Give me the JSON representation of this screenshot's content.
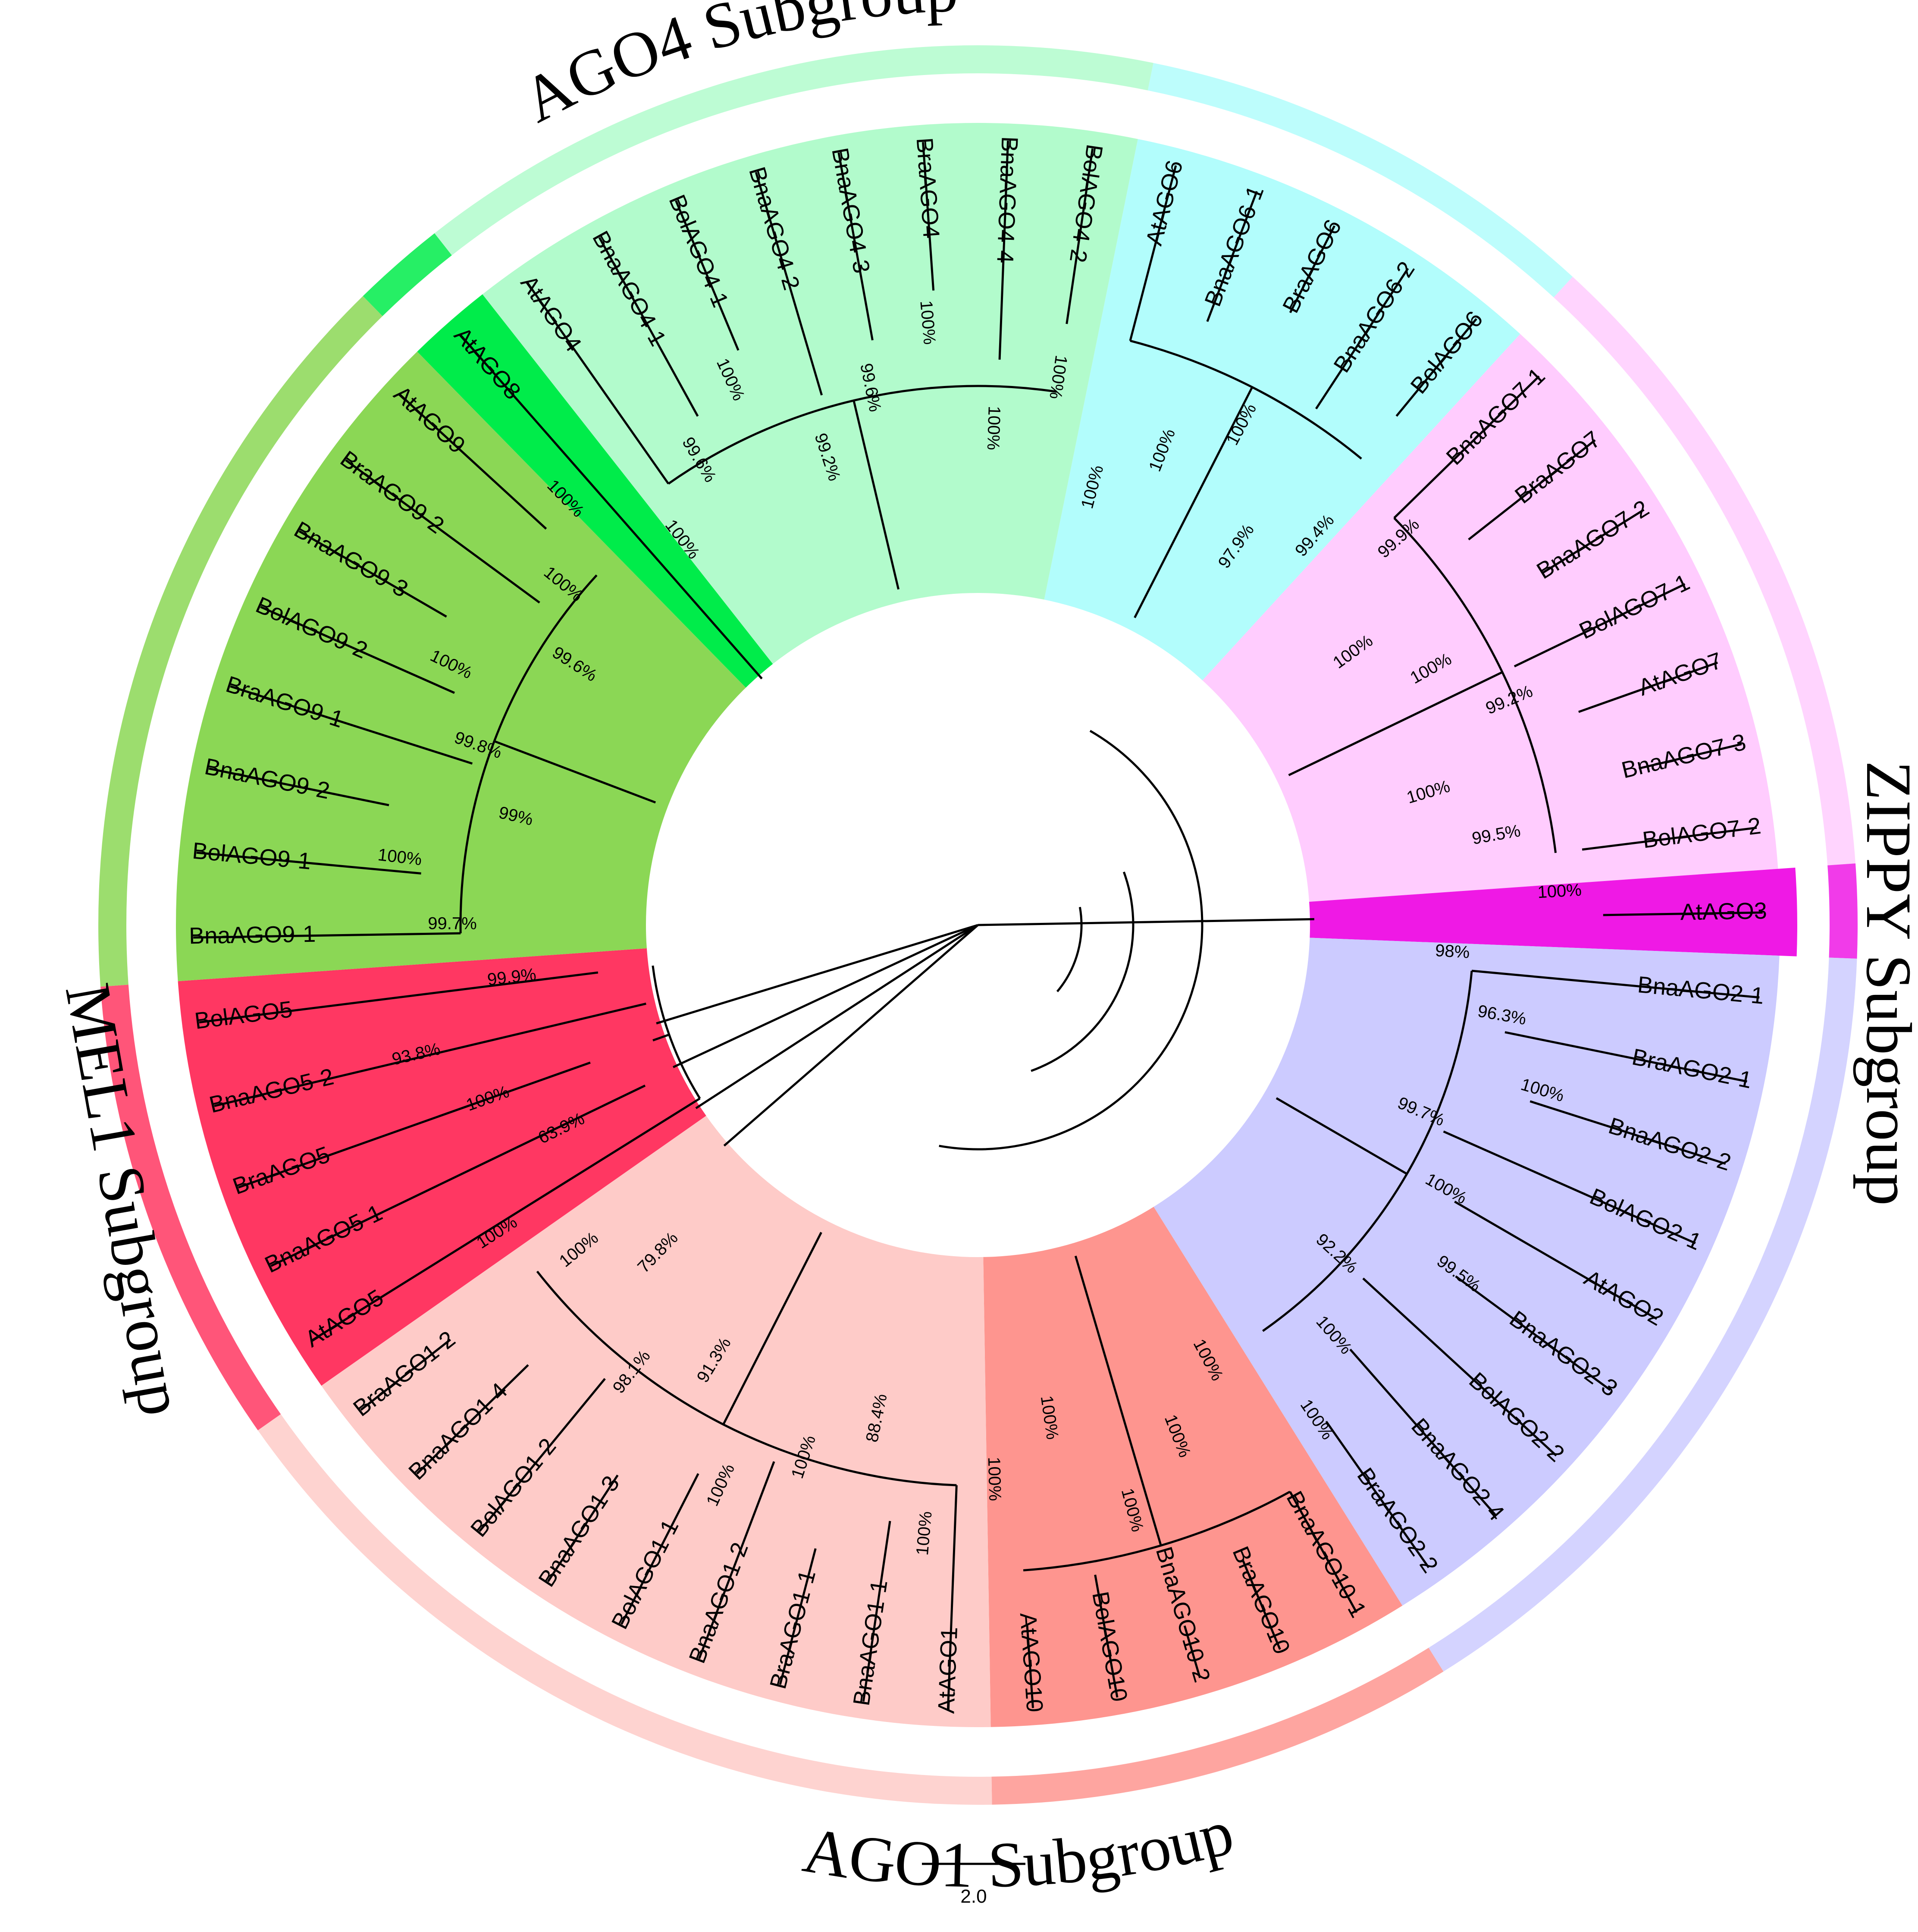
{
  "subgroups": [
    {
      "id": "AGO4",
      "label": "AGO4 Subgroup"
    },
    {
      "id": "ZIPPY",
      "label": "ZIPPY Subgroup"
    },
    {
      "id": "AGO1",
      "label": "AGO1 Subgroup"
    },
    {
      "id": "MEL1",
      "label": "MEL1 Subgroup"
    }
  ],
  "clades": [
    {
      "id": "ago6",
      "color": "#b2fdfc",
      "leaves": [
        "AtAGO6",
        "BnaAGO6-1",
        "BraAGO6",
        "BnaAGO6-2",
        "BolAGO6"
      ]
    },
    {
      "id": "ago7",
      "color": "#ffccfe",
      "leaves": [
        "BnaAGO7-1",
        "BraAGO7",
        "BnaAGO7-2",
        "BolAGO7-1",
        "AtAGO7",
        "BnaAGO7-3",
        "BolAGO7-2"
      ]
    },
    {
      "id": "ago3",
      "color": "#ef19e5",
      "leaves": [
        "AtAGO3"
      ]
    },
    {
      "id": "ago2",
      "color": "#cccbff",
      "leaves": [
        "BnaAGO2-1",
        "BraAGO2-1",
        "BnaAGO2-2",
        "BolAGO2-1",
        "AtAGO2",
        "BnaAGO2-3",
        "BolAGO2-2",
        "BnaAGO2-4",
        "BraAGO2-2"
      ]
    },
    {
      "id": "ago10",
      "color": "#fe958f",
      "leaves": [
        "BnaAGO10-1",
        "BraAGO10",
        "BnaAGO10-2",
        "BolAGO10",
        "AtAGO10"
      ]
    },
    {
      "id": "ago1",
      "color": "#fecbc8",
      "leaves": [
        "AtAGO1",
        "BnaAGO1-1",
        "BraAGO1-1",
        "BnaAGO1-2",
        "BolAGO1-1",
        "BnaAGO1-3",
        "BolAGO1-2",
        "BnaAGO1-4",
        "BraAGO1-2"
      ]
    },
    {
      "id": "ago5",
      "color": "#ff3762",
      "leaves": [
        "AtAGO5",
        "BnaAGO5-1",
        "BraAGO5",
        "BnaAGO5-2",
        "BolAGO5"
      ]
    },
    {
      "id": "ago9",
      "color": "#8bd755",
      "leaves": [
        "BnaAGO9-1",
        "BolAGO9-1",
        "BnaAGO9-2",
        "BraAGO9-1",
        "BolAGO9-2",
        "BnaAGO9-3",
        "BraAGO9-2",
        "AtAGO9"
      ]
    },
    {
      "id": "ago8",
      "color": "#00ec4a",
      "leaves": [
        "AtAGO8"
      ]
    },
    {
      "id": "ago4",
      "color": "#b2fbcc",
      "leaves": [
        "AtAGO4",
        "BnaAGO4-1",
        "BolAGO4-1",
        "BnaAGO4-2",
        "BnaAGO4-3",
        "BraAGO4",
        "BnaAGO4-4",
        "BolAGO4-2"
      ]
    }
  ],
  "support_values": [
    "100%",
    "100%",
    "100%",
    "97.9%",
    "99.4%",
    "99.9%",
    "100%",
    "100%",
    "99.2%",
    "100%",
    "99.5%",
    "100%",
    "98%",
    "96.3%",
    "100%",
    "99.7%",
    "100%",
    "99.5%",
    "92.2%",
    "100%",
    "100%",
    "100%",
    "100%",
    "100%",
    "100%",
    "100%",
    "100%",
    "88.4%",
    "100%",
    "100%",
    "91.3%",
    "98.1%",
    "79.8%",
    "100%",
    "100%",
    "63.9%",
    "100%",
    "93.8%",
    "99.9%",
    "99.7%",
    "100%",
    "99%",
    "99.8%",
    "100%",
    "99.6%",
    "100%",
    "100%",
    "100%",
    "99.6%",
    "100%",
    "99.2%",
    "99.6%",
    "100%",
    "100%",
    "100%"
  ],
  "scale_bar": {
    "label": "2.0"
  }
}
